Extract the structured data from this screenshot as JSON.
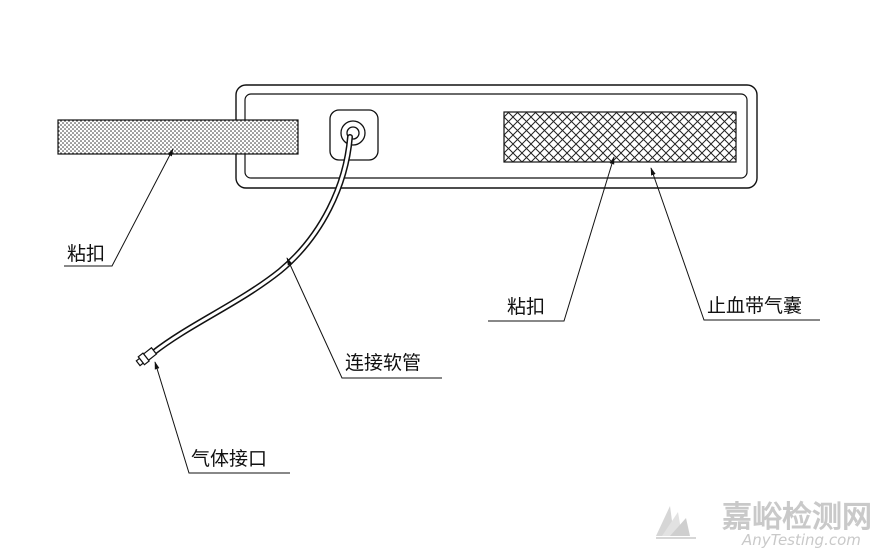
{
  "labels": {
    "velcro_left": "粘扣",
    "velcro_right": "粘扣",
    "airbag": "止血带气囊",
    "tube": "连接软管",
    "air_port": "气体接口"
  },
  "watermark": {
    "cn": "嘉峪检测网",
    "en": "AnyTesting.com"
  }
}
